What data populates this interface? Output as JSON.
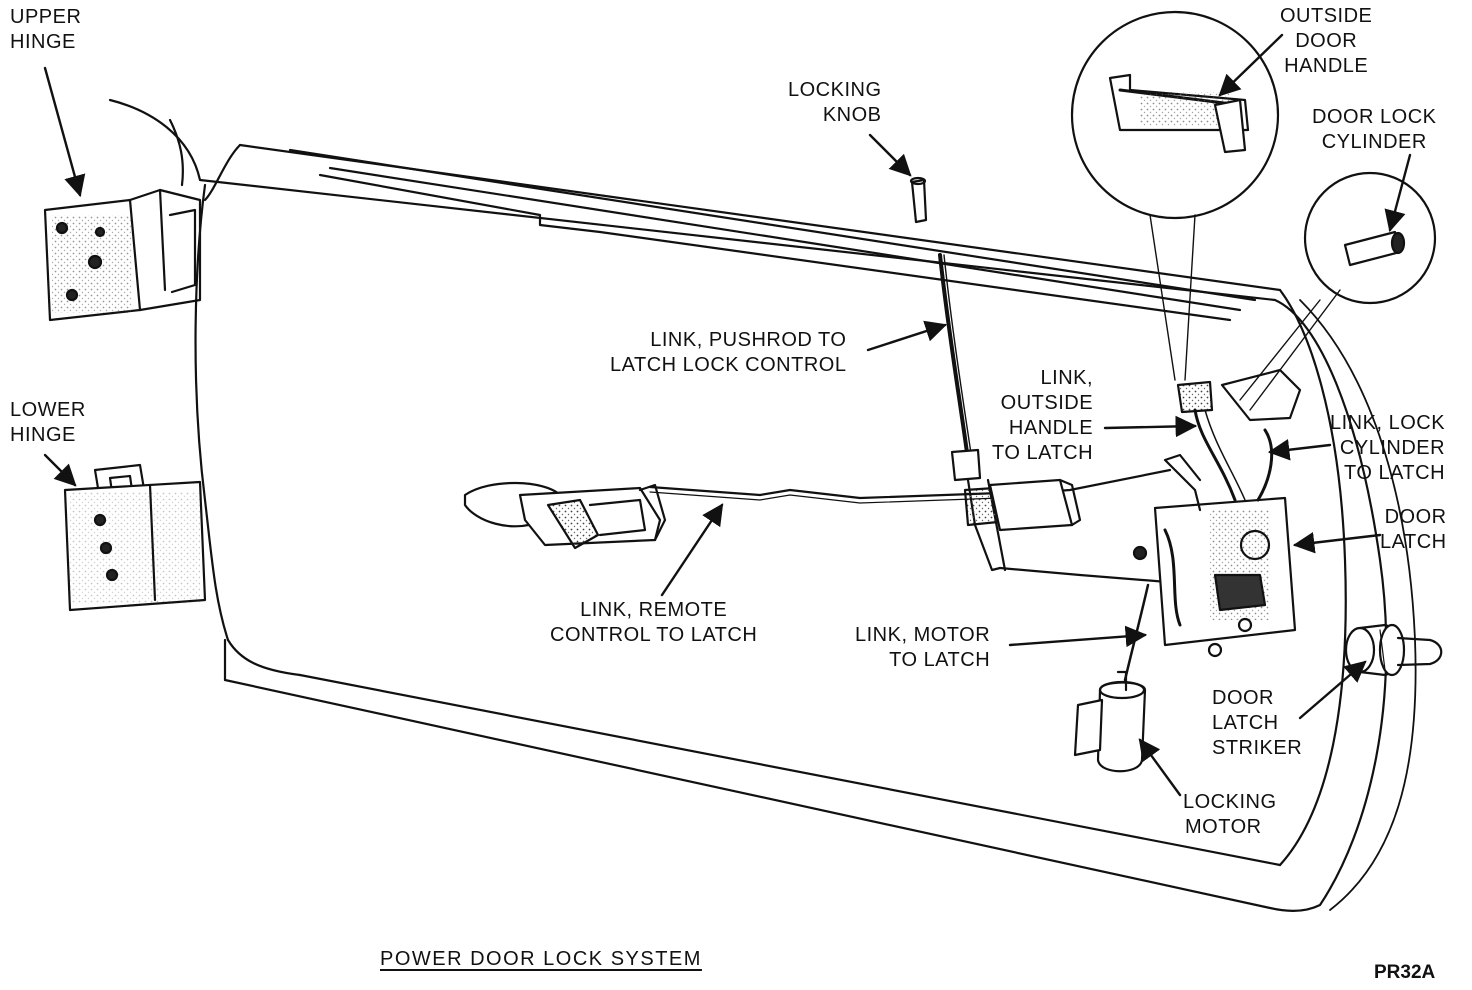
{
  "labels": {
    "upper_hinge": [
      "UPPER",
      "HINGE"
    ],
    "lower_hinge": [
      "LOWER",
      "HINGE"
    ],
    "locking_knob": [
      "LOCKING",
      "KNOB"
    ],
    "outside_door_handle": [
      "OUTSIDE",
      "DOOR",
      "HANDLE"
    ],
    "door_lock_cylinder": [
      "DOOR LOCK",
      "CYLINDER"
    ],
    "link_pushrod": [
      "LINK, PUSHROD TO",
      "LATCH LOCK CONTROL"
    ],
    "link_outside_handle": [
      "LINK,",
      "OUTSIDE",
      "HANDLE",
      "TO LATCH"
    ],
    "link_lock_cylinder": [
      "LINK, LOCK",
      "CYLINDER",
      "TO LATCH"
    ],
    "door_latch": [
      "DOOR",
      "LATCH"
    ],
    "link_remote_control": [
      "LINK, REMOTE",
      "CONTROL TO LATCH"
    ],
    "link_motor": [
      "LINK, MOTOR",
      "TO LATCH"
    ],
    "door_latch_striker": [
      "DOOR",
      "LATCH",
      "STRIKER"
    ],
    "locking_motor": [
      "LOCKING",
      "MOTOR"
    ]
  },
  "caption": "POWER DOOR LOCK SYSTEM",
  "figure_id": "PR32A"
}
